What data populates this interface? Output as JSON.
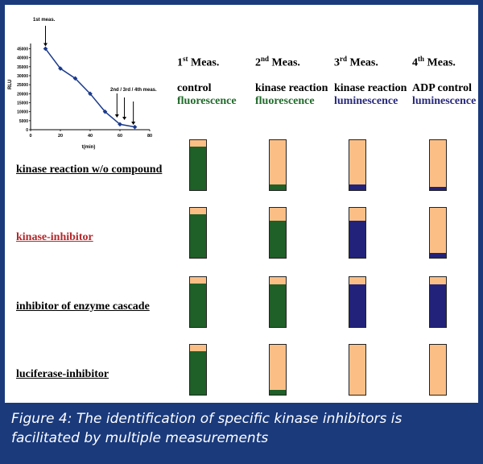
{
  "panel_chart": {
    "ylabel": "RLU",
    "xlabel": "t(min)",
    "yticks": [
      "45000",
      "40000",
      "35000",
      "30000",
      "25000",
      "20000",
      "15000",
      "10000",
      "5000",
      "0"
    ],
    "xticks": [
      "0",
      "20",
      "40",
      "60",
      "80"
    ],
    "annotation_first": "1st meas.",
    "annotation_rest": "2nd / 3rd / 4th meas.",
    "color": "#1a3a8c"
  },
  "chart_data": {
    "type": "line",
    "x": [
      10,
      20,
      30,
      40,
      50,
      60,
      70
    ],
    "y": [
      45000,
      34000,
      28500,
      20000,
      10000,
      3000,
      1500
    ],
    "xlabel": "t(min)",
    "ylabel": "RLU",
    "xlim": [
      0,
      80
    ],
    "ylim": [
      0,
      47000
    ]
  },
  "columns": [
    {
      "meas": "1",
      "sup": "st",
      "meas_suffix": " Meas.",
      "condition": "control",
      "mode": "fluorescence",
      "mode_color": "#1f6b2a"
    },
    {
      "meas": "2",
      "sup": "nd",
      "meas_suffix": " Meas.",
      "condition": "kinase reaction",
      "mode": "fluorescence",
      "mode_color": "#1f6b2a"
    },
    {
      "meas": "3",
      "sup": "rd",
      "meas_suffix": " Meas.",
      "condition": "kinase reaction",
      "mode": "luminescence",
      "mode_color": "#27287a"
    },
    {
      "meas": "4",
      "sup": "th",
      "meas_suffix": " Meas.",
      "condition": "ADP control",
      "mode": "luminescence",
      "mode_color": "#27287a"
    }
  ],
  "rows": [
    {
      "label": "kinase reaction w/o compound",
      "color": "#000000",
      "levels": [
        0.87,
        0.11,
        0.11,
        0.06
      ]
    },
    {
      "label": "kinase-inhibitor",
      "color": "#b3262a",
      "levels": [
        0.87,
        0.74,
        0.74,
        0.09
      ]
    },
    {
      "label": "inhibitor of enzyme cascade",
      "color": "#000000",
      "levels": [
        0.87,
        0.86,
        0.86,
        0.86
      ]
    },
    {
      "label": "luciferase-inhibitor",
      "color": "#000000",
      "levels": [
        0.87,
        0.09,
        0,
        0
      ]
    }
  ],
  "fill_colors": [
    "#1f5f28",
    "#1f5f28",
    "#22227a",
    "#22227a"
  ],
  "caption": "Figure 4: The identification of specific kinase inhibitors is facilitated by multiple measurements"
}
